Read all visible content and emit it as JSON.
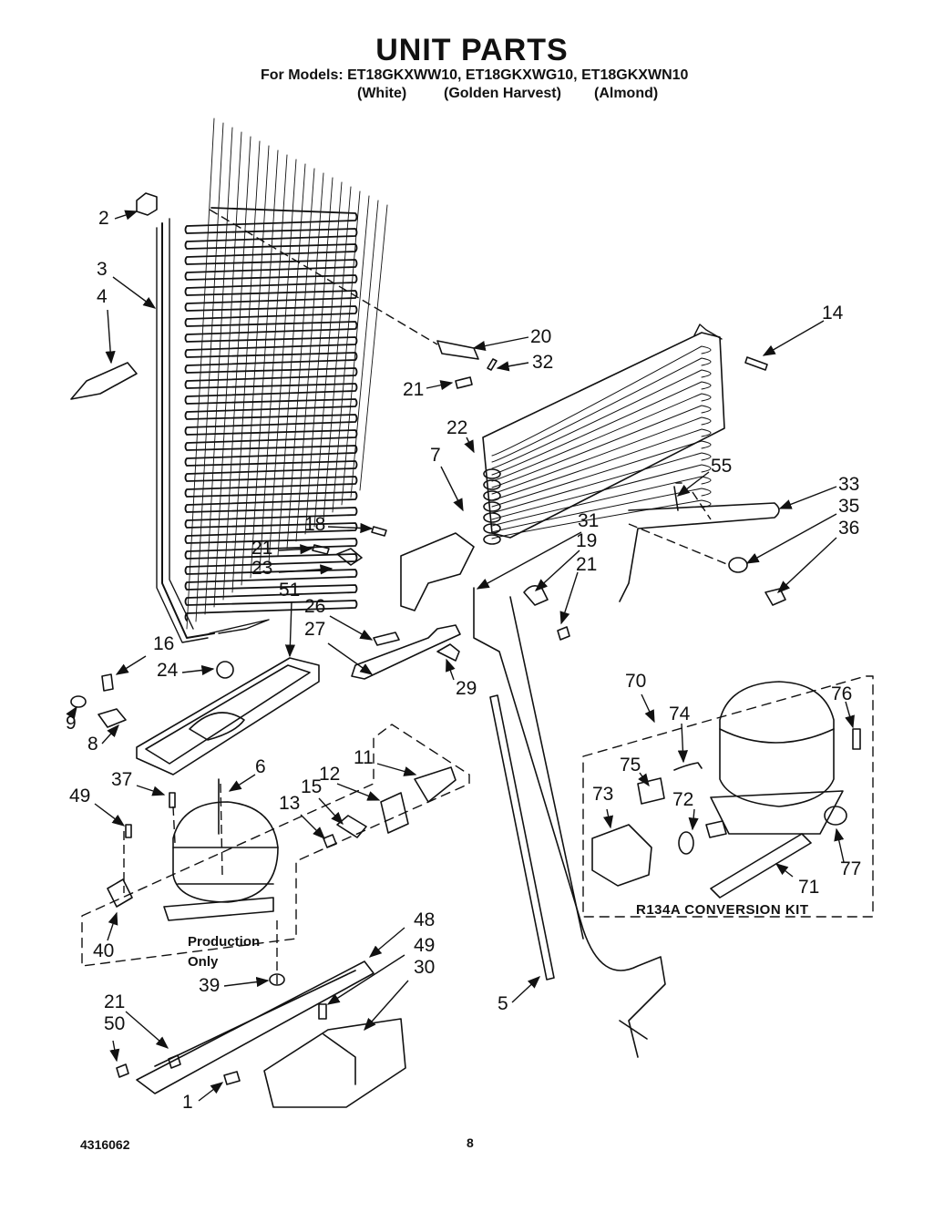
{
  "title": "UNIT PARTS",
  "models_line": "For Models: ET18GKXWW10, ET18GKXWG10, ET18GKXWN10",
  "variants": [
    "(White)",
    "(Golden Harvest)",
    "(Almond)"
  ],
  "callouts": [
    "1",
    "2",
    "3",
    "4",
    "5",
    "6",
    "7",
    "8",
    "9",
    "11",
    "12",
    "13",
    "14",
    "15",
    "16",
    "18",
    "19",
    "20",
    "21",
    "21",
    "21",
    "21",
    "22",
    "23",
    "24",
    "26",
    "27",
    "29",
    "30",
    "31",
    "32",
    "33",
    "35",
    "36",
    "37",
    "39",
    "40",
    "48",
    "49",
    "49",
    "50",
    "51",
    "55",
    "70",
    "71",
    "72",
    "73",
    "74",
    "75",
    "76",
    "77"
  ],
  "production_note": [
    "Production",
    "Only"
  ],
  "kit_label": "R134A  CONVERSION  KIT",
  "doc_number": "4316062",
  "page_number": "8"
}
